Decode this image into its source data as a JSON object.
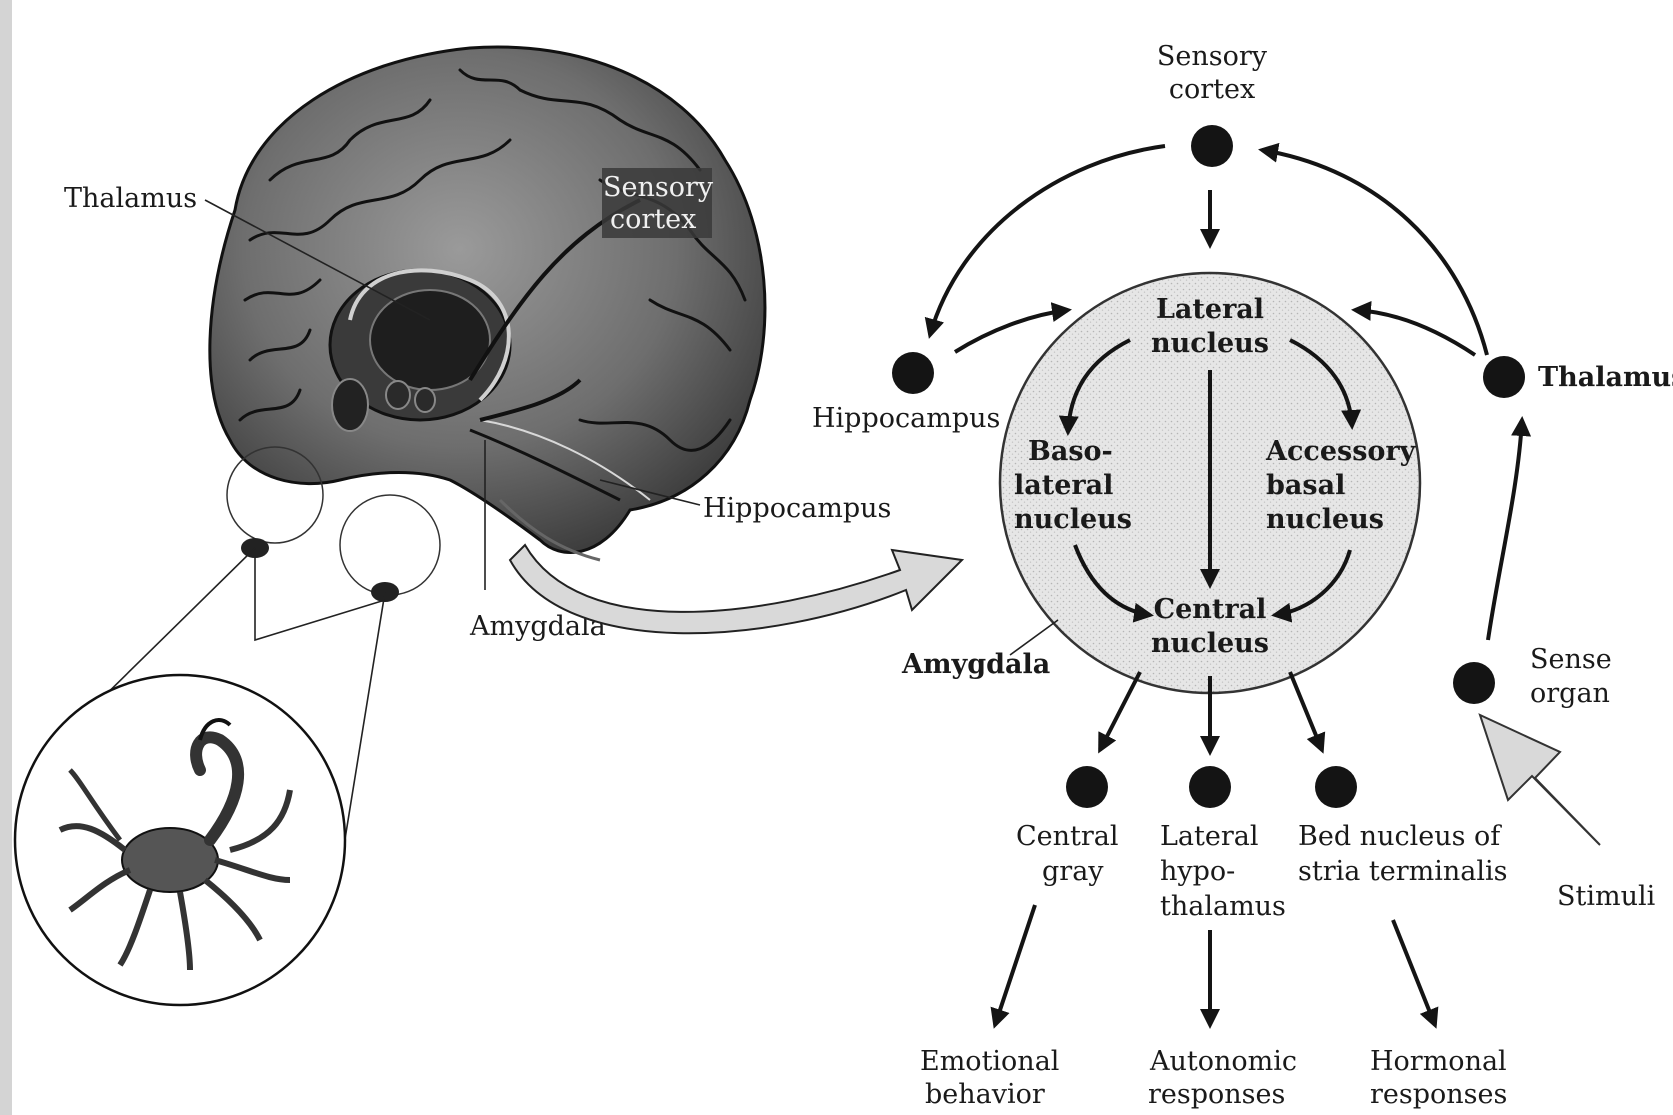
{
  "brain_labels": {
    "thalamus": "Thalamus",
    "sensory_cortex_line1": "Sensory",
    "sensory_cortex_line2": "cortex",
    "hippocampus": "Hippocampus",
    "amygdala": "Amygdala"
  },
  "circuit": {
    "sensory_cortex": [
      "Sensory",
      "cortex"
    ],
    "hippocampus": "Hippocampus",
    "thalamus": "Thalamus",
    "sense_organ": [
      "Sense",
      "organ"
    ],
    "stimuli": "Stimuli",
    "amygdala": "Amygdala",
    "lateral_nucleus": [
      "Lateral",
      "nucleus"
    ],
    "basolateral_nucleus": [
      "Baso-",
      "lateral",
      "nucleus"
    ],
    "accessory_basal_nucleus": [
      "Accessory",
      "basal",
      "nucleus"
    ],
    "central_nucleus": [
      "Central",
      "nucleus"
    ],
    "outputs": [
      {
        "target": [
          "Central",
          "gray"
        ],
        "response": [
          "Emotional",
          "behavior"
        ]
      },
      {
        "target": [
          "Lateral",
          "hypo-",
          "thalamus"
        ],
        "response": [
          "Autonomic",
          "responses"
        ]
      },
      {
        "target": [
          "Bed nucleus of",
          "stria terminalis"
        ],
        "response": [
          "Hormonal",
          "responses"
        ]
      }
    ]
  },
  "colors": {
    "ink": "#141414",
    "circle_fill": "#e4e4e4",
    "big_arrow_fill": "#d9d9d9"
  }
}
